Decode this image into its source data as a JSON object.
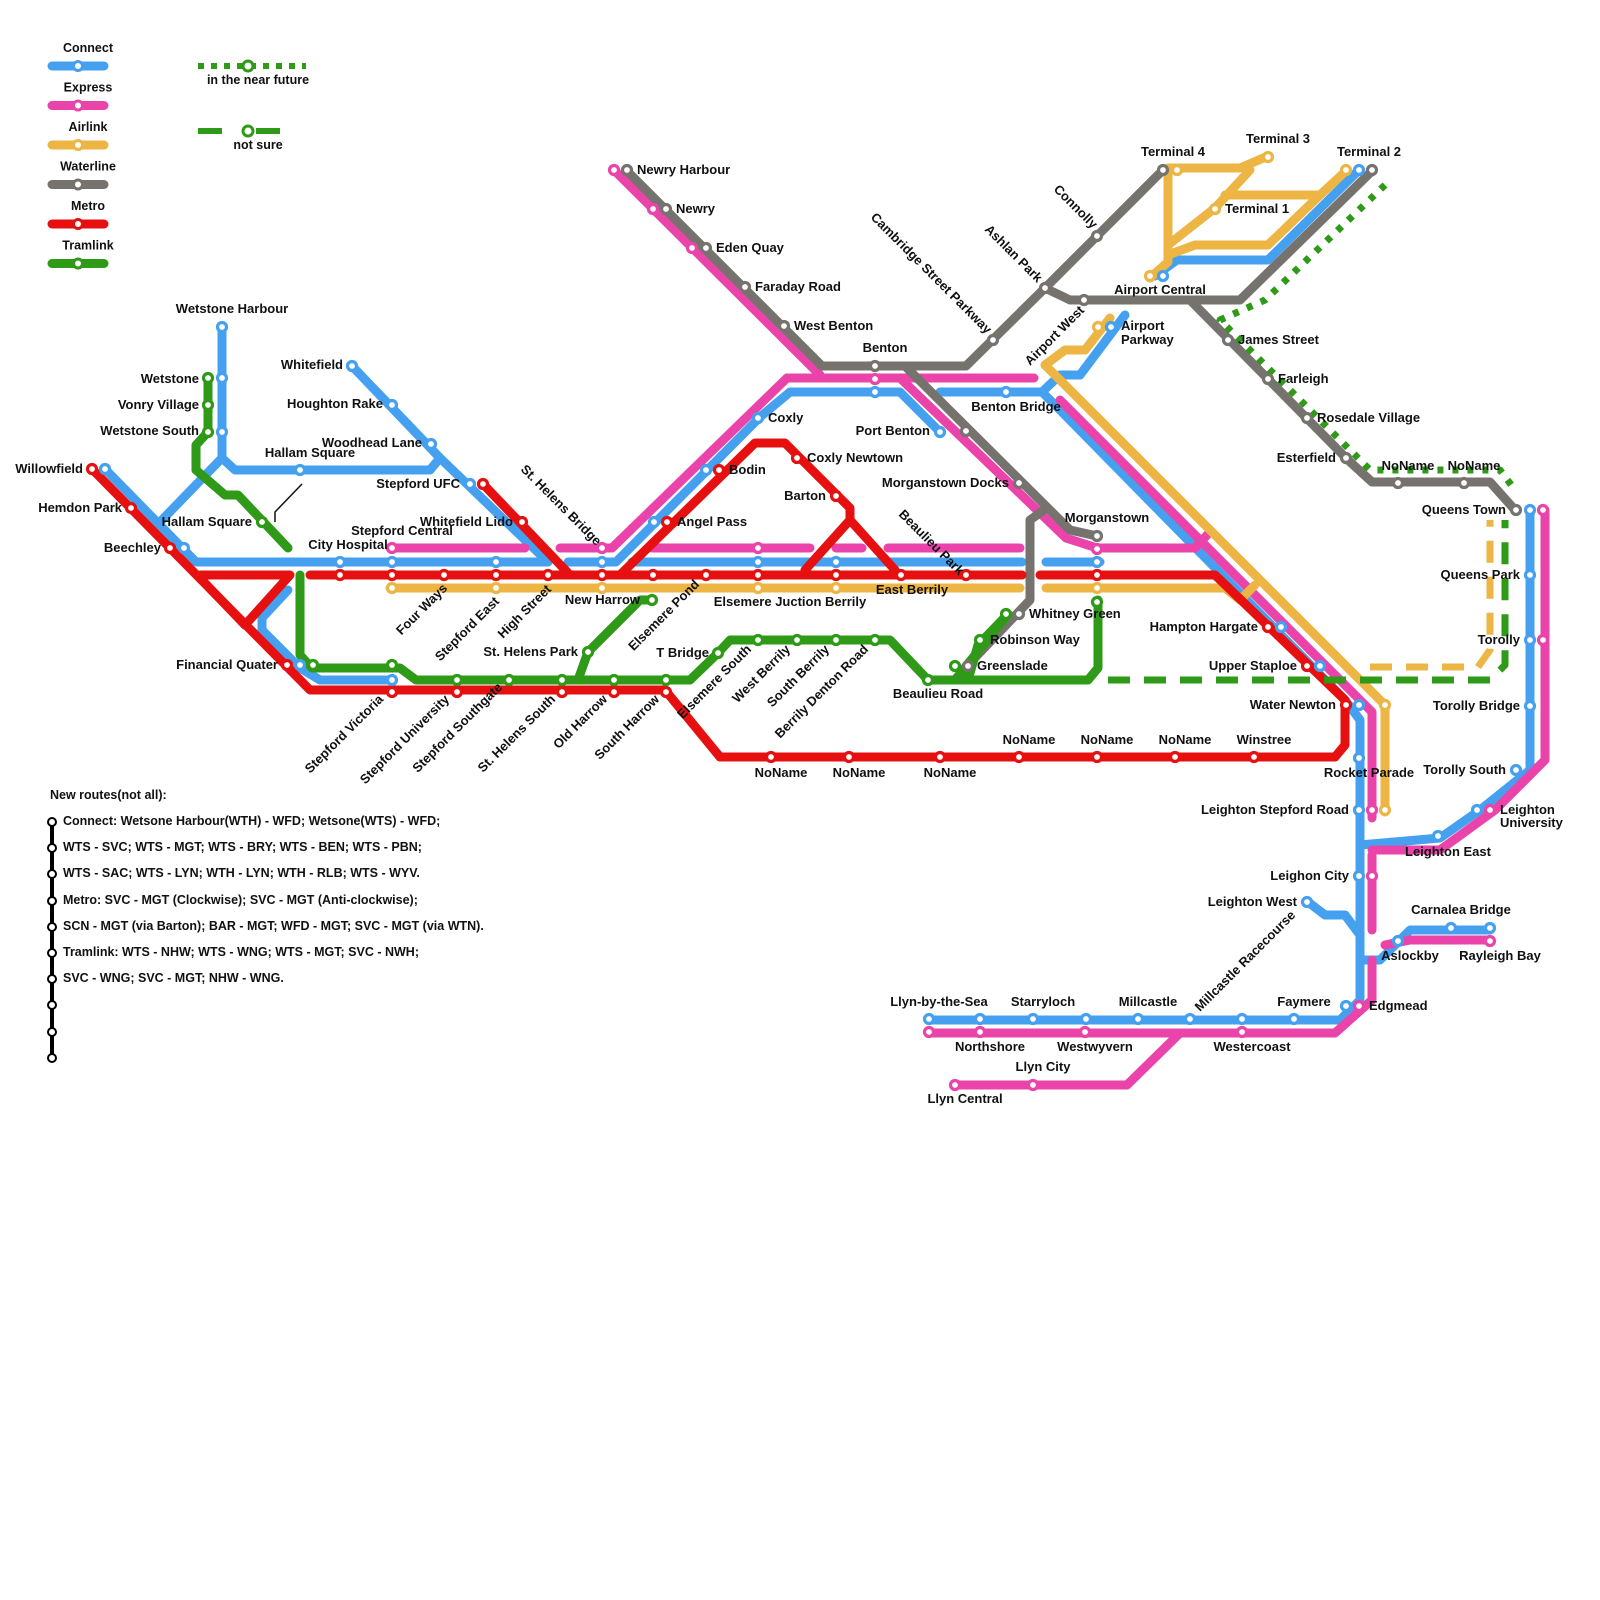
{
  "legend": {
    "lines": [
      {
        "id": "connect",
        "label": "Connect",
        "color": "#46a0f0"
      },
      {
        "id": "express",
        "label": "Express",
        "color": "#ea44ab"
      },
      {
        "id": "airlink",
        "label": "Airlink",
        "color": "#ecb544"
      },
      {
        "id": "waterline",
        "label": "Waterline",
        "color": "#76736f"
      },
      {
        "id": "metro",
        "label": "Metro",
        "color": "#e5100f"
      },
      {
        "id": "tramlink",
        "label": "Tramlink",
        "color": "#2e9a17"
      }
    ],
    "styles": [
      {
        "id": "dotted",
        "label": "in the near future",
        "color": "#2e9a17"
      },
      {
        "id": "dashed",
        "label": "not sure",
        "color": "#2e9a17"
      }
    ]
  },
  "notes": {
    "title": "New routes(not all):",
    "rows": [
      "Connect: Wetsone Harbour(WTH) - WFD;  Wetsone(WTS) - WFD;",
      "WTS - SVC; WTS - MGT; WTS - BRY; WTS - BEN; WTS - PBN;",
      "WTS - SAC; WTS - LYN; WTH - LYN; WTH - RLB; WTS - WYV.",
      "Metro: SVC - MGT (Clockwise); SVC - MGT (Anti-clockwise);",
      "SCN - MGT (via Barton); BAR - MGT; WFD - MGT; SVC - MGT (via WTN).",
      "Tramlink: WTS - NHW; WTS - WNG; WTS - MGT; SVC - NWH;",
      "SVC - WNG; SVC - MGT; NHW - WNG.",
      "",
      "",
      ""
    ]
  },
  "stations": [
    {
      "id": "wetstone_harbour",
      "name": "Wetstone Harbour",
      "lines": [
        "connect"
      ]
    },
    {
      "id": "wetstone",
      "name": "Wetstone",
      "lines": [
        "connect",
        "tramlink"
      ]
    },
    {
      "id": "vonry_village",
      "name": "Vonry Village",
      "lines": [
        "tramlink"
      ]
    },
    {
      "id": "wetstone_south",
      "name": "Wetstone South",
      "lines": [
        "connect",
        "tramlink"
      ]
    },
    {
      "id": "whitefield",
      "name": "Whitefield",
      "lines": [
        "connect"
      ]
    },
    {
      "id": "houghton_rake",
      "name": "Houghton Rake",
      "lines": [
        "connect"
      ]
    },
    {
      "id": "woodhead_lane",
      "name": "Woodhead Lane",
      "lines": [
        "connect"
      ]
    },
    {
      "id": "hallam_square_c",
      "name": "Hallam Square",
      "lines": [
        "connect"
      ]
    },
    {
      "id": "hallam_square_t",
      "name": "Hallam Square",
      "lines": [
        "tramlink"
      ]
    },
    {
      "id": "willowfield",
      "name": "Willowfield",
      "lines": [
        "metro",
        "connect"
      ]
    },
    {
      "id": "hemdon_park",
      "name": "Hemdon Park",
      "lines": [
        "metro"
      ]
    },
    {
      "id": "beechley",
      "name": "Beechley",
      "lines": [
        "metro",
        "connect"
      ]
    },
    {
      "id": "stepford_ufc",
      "name": "Stepford UFC",
      "lines": [
        "connect",
        "metro"
      ]
    },
    {
      "id": "whitefield_lido",
      "name": "Whitefield Lido",
      "lines": [
        "metro"
      ]
    },
    {
      "id": "stepford_central",
      "name": "Stepford Central",
      "lines": [
        "express",
        "connect",
        "metro",
        "airlink"
      ]
    },
    {
      "id": "city_hospital",
      "name": "City Hospital",
      "lines": [
        "connect",
        "metro"
      ]
    },
    {
      "id": "four_ways",
      "name": "Four Ways",
      "lines": [
        "metro"
      ]
    },
    {
      "id": "stepford_east",
      "name": "Stepford East",
      "lines": [
        "connect",
        "metro",
        "airlink"
      ]
    },
    {
      "id": "high_street",
      "name": "High Street",
      "lines": [
        "metro"
      ]
    },
    {
      "id": "st_helens_bridge",
      "name": "St. Helens Bridge",
      "lines": [
        "express",
        "connect",
        "metro",
        "airlink"
      ]
    },
    {
      "id": "new_harrow",
      "name": "New Harrow",
      "lines": [
        "tramlink"
      ]
    },
    {
      "id": "elsemere_pond",
      "name": "Elsemere Pond",
      "lines": [
        "metro"
      ]
    },
    {
      "id": "angel_pass",
      "name": "Angel Pass",
      "lines": [
        "connect",
        "metro"
      ]
    },
    {
      "id": "bodin",
      "name": "Bodin",
      "lines": [
        "connect",
        "metro"
      ]
    },
    {
      "id": "coxly",
      "name": "Coxly",
      "lines": [
        "connect"
      ]
    },
    {
      "id": "coxly_newtown",
      "name": "Coxly Newtown",
      "lines": [
        "metro"
      ]
    },
    {
      "id": "barton",
      "name": "Barton",
      "lines": [
        "metro"
      ]
    },
    {
      "id": "elsemere_junction_berrily",
      "name": "Elsemere Juction Berrily",
      "lines": [
        "express",
        "connect",
        "metro",
        "airlink"
      ]
    },
    {
      "id": "east_berrily",
      "name": "East Berrily",
      "lines": [
        "metro"
      ]
    },
    {
      "id": "beaulieu_park",
      "name": "Beaulieu Park",
      "lines": [
        "metro"
      ]
    },
    {
      "id": "financial_quater",
      "name": "Financial Quater",
      "lines": [
        "metro",
        "connect",
        "tramlink"
      ]
    },
    {
      "id": "stepford_victoria",
      "name": "Stepford Victoria",
      "lines": [
        "tramlink",
        "connect",
        "metro"
      ]
    },
    {
      "id": "stepford_university",
      "name": "Stepford University",
      "lines": [
        "tramlink",
        "metro"
      ]
    },
    {
      "id": "stepford_southgate",
      "name": "Stepford Southgate",
      "lines": [
        "tramlink"
      ]
    },
    {
      "id": "st_helens_south",
      "name": "St. Helens South",
      "lines": [
        "tramlink",
        "metro"
      ]
    },
    {
      "id": "st_helens_park",
      "name": "St. Helens Park",
      "lines": [
        "tramlink"
      ]
    },
    {
      "id": "old_harrow",
      "name": "Old Harrow",
      "lines": [
        "tramlink",
        "metro"
      ]
    },
    {
      "id": "south_harrow",
      "name": "South Harrow",
      "lines": [
        "tramlink",
        "metro"
      ]
    },
    {
      "id": "t_bridge",
      "name": "T Bridge",
      "lines": [
        "tramlink"
      ]
    },
    {
      "id": "elsemere_south",
      "name": "Elsemere South",
      "lines": [
        "tramlink"
      ]
    },
    {
      "id": "west_berrily",
      "name": "West Berrily",
      "lines": [
        "tramlink"
      ]
    },
    {
      "id": "south_berrily",
      "name": "South Berrily",
      "lines": [
        "tramlink"
      ]
    },
    {
      "id": "berrily_denton_road",
      "name": "Berrily Denton Road",
      "lines": [
        "tramlink"
      ]
    },
    {
      "id": "beaulieu_road",
      "name": "Beaulieu Road",
      "lines": [
        "tramlink"
      ]
    },
    {
      "id": "greenslade",
      "name": "Greenslade",
      "lines": [
        "tramlink",
        "waterline"
      ]
    },
    {
      "id": "robinson_way",
      "name": "Robinson Way",
      "lines": [
        "tramlink"
      ]
    },
    {
      "id": "whitney_green",
      "name": "Whitney Green",
      "lines": [
        "tramlink",
        "waterline"
      ]
    },
    {
      "id": "noname_1",
      "name": "NoName",
      "lines": [
        "metro"
      ]
    },
    {
      "id": "noname_2",
      "name": "NoName",
      "lines": [
        "metro"
      ]
    },
    {
      "id": "noname_3",
      "name": "NoName",
      "lines": [
        "metro"
      ]
    },
    {
      "id": "noname_4",
      "name": "NoName",
      "lines": [
        "metro"
      ]
    },
    {
      "id": "noname_5",
      "name": "NoName",
      "lines": [
        "metro"
      ]
    },
    {
      "id": "noname_6",
      "name": "NoName",
      "lines": [
        "metro"
      ]
    },
    {
      "id": "winstree",
      "name": "Winstree",
      "lines": [
        "metro"
      ]
    },
    {
      "id": "newry_harbour",
      "name": "Newry Harbour",
      "lines": [
        "express",
        "waterline"
      ]
    },
    {
      "id": "newry",
      "name": "Newry",
      "lines": [
        "express",
        "waterline"
      ]
    },
    {
      "id": "eden_quay",
      "name": "Eden Quay",
      "lines": [
        "express",
        "waterline"
      ]
    },
    {
      "id": "faraday_road",
      "name": "Faraday Road",
      "lines": [
        "waterline"
      ]
    },
    {
      "id": "west_benton",
      "name": "West Benton",
      "lines": [
        "waterline"
      ]
    },
    {
      "id": "benton",
      "name": "Benton",
      "lines": [
        "waterline",
        "express",
        "connect"
      ]
    },
    {
      "id": "cambridge_street_parkway",
      "name": "Cambridge Street Parkway",
      "lines": [
        "waterline"
      ]
    },
    {
      "id": "ashlan_park",
      "name": "Ashlan Park",
      "lines": [
        "waterline"
      ]
    },
    {
      "id": "connolly",
      "name": "Connolly",
      "lines": [
        "waterline"
      ]
    },
    {
      "id": "terminal_4",
      "name": "Terminal 4",
      "lines": [
        "waterline",
        "airlink"
      ]
    },
    {
      "id": "terminal_3",
      "name": "Terminal 3",
      "lines": [
        "airlink"
      ]
    },
    {
      "id": "terminal_2",
      "name": "Terminal 2",
      "lines": [
        "airlink",
        "connect",
        "waterline"
      ]
    },
    {
      "id": "terminal_1",
      "name": "Terminal 1",
      "lines": [
        "airlink"
      ]
    },
    {
      "id": "airport_central",
      "name": "Airport Central",
      "lines": [
        "airlink",
        "connect"
      ]
    },
    {
      "id": "airport_west",
      "name": "Airport West",
      "lines": [
        "waterline"
      ]
    },
    {
      "id": "airport_parkway",
      "name": "Airport Parkway",
      "lines": [
        "airlink",
        "connect"
      ]
    },
    {
      "id": "benton_bridge",
      "name": "Benton Bridge",
      "lines": [
        "connect"
      ]
    },
    {
      "id": "port_benton",
      "name": "Port Benton",
      "lines": [
        "connect",
        "waterline"
      ]
    },
    {
      "id": "morganstown_docks",
      "name": "Morganstown Docks",
      "lines": [
        "waterline"
      ]
    },
    {
      "id": "morganstown",
      "name": "Morganstown",
      "lines": [
        "waterline",
        "express",
        "connect",
        "metro",
        "airlink",
        "tramlink"
      ]
    },
    {
      "id": "james_street",
      "name": "James Street",
      "lines": [
        "waterline"
      ]
    },
    {
      "id": "farleigh",
      "name": "Farleigh",
      "lines": [
        "waterline"
      ]
    },
    {
      "id": "rosedale_village",
      "name": "Rosedale Village",
      "lines": [
        "waterline"
      ]
    },
    {
      "id": "esterfield",
      "name": "Esterfield",
      "lines": [
        "waterline"
      ]
    },
    {
      "id": "noname_7",
      "name": "NoName",
      "lines": [
        "waterline"
      ]
    },
    {
      "id": "noname_8",
      "name": "NoName",
      "lines": [
        "waterline"
      ]
    },
    {
      "id": "queens_town",
      "name": "Queens Town",
      "lines": [
        "waterline",
        "connect",
        "express"
      ]
    },
    {
      "id": "queens_park",
      "name": "Queens Park",
      "lines": [
        "connect"
      ]
    },
    {
      "id": "torolly",
      "name": "Torolly",
      "lines": [
        "connect",
        "express"
      ]
    },
    {
      "id": "torolly_bridge",
      "name": "Torolly Bridge",
      "lines": [
        "connect"
      ]
    },
    {
      "id": "torolly_south",
      "name": "Torolly South",
      "lines": [
        "connect"
      ]
    },
    {
      "id": "leighton_university",
      "name": "Leighton University",
      "lines": [
        "connect",
        "express"
      ]
    },
    {
      "id": "leighton_east",
      "name": "Leighton East",
      "lines": [
        "connect"
      ]
    },
    {
      "id": "hampton_hargate",
      "name": "Hampton Hargate",
      "lines": [
        "metro",
        "connect"
      ]
    },
    {
      "id": "upper_staploe",
      "name": "Upper Staploe",
      "lines": [
        "metro",
        "connect"
      ]
    },
    {
      "id": "water_newton",
      "name": "Water Newton",
      "lines": [
        "metro",
        "connect",
        "airlink"
      ]
    },
    {
      "id": "rocket_parade",
      "name": "Rocket Parade",
      "lines": [
        "connect"
      ]
    },
    {
      "id": "leighton_stepford_road",
      "name": "Leighton Stepford Road",
      "lines": [
        "connect",
        "express",
        "airlink"
      ]
    },
    {
      "id": "leighon_city",
      "name": "Leighon City",
      "lines": [
        "connect",
        "express"
      ]
    },
    {
      "id": "leighton_west",
      "name": "Leighton West",
      "lines": [
        "connect"
      ]
    },
    {
      "id": "carnalea_bridge",
      "name": "Carnalea Bridge",
      "lines": [
        "connect"
      ]
    },
    {
      "id": "aslockby",
      "name": "Aslockby",
      "lines": [
        "connect"
      ]
    },
    {
      "id": "rayleigh_bay",
      "name": "Rayleigh Bay",
      "lines": [
        "connect",
        "express"
      ]
    },
    {
      "id": "edgmead",
      "name": "Edgmead",
      "lines": [
        "connect",
        "express"
      ]
    },
    {
      "id": "faymere",
      "name": "Faymere",
      "lines": [
        "connect"
      ]
    },
    {
      "id": "millcastle_racecourse",
      "name": "Millcastle Racecourse",
      "lines": [
        "connect"
      ]
    },
    {
      "id": "millcastle",
      "name": "Millcastle",
      "lines": [
        "connect"
      ]
    },
    {
      "id": "starryloch",
      "name": "Starryloch",
      "lines": [
        "connect"
      ]
    },
    {
      "id": "llyn_by_the_sea",
      "name": "Llyn-by-the-Sea",
      "lines": [
        "connect",
        "express"
      ]
    },
    {
      "id": "northshore",
      "name": "Northshore",
      "lines": [
        "express",
        "connect"
      ]
    },
    {
      "id": "westwyvern",
      "name": "Westwyvern",
      "lines": [
        "express",
        "connect"
      ]
    },
    {
      "id": "westercoast",
      "name": "Westercoast",
      "lines": [
        "express",
        "connect"
      ]
    },
    {
      "id": "llyn_city",
      "name": "Llyn City",
      "lines": [
        "express"
      ]
    },
    {
      "id": "llyn_central",
      "name": "Llyn Central",
      "lines": [
        "express"
      ]
    }
  ]
}
